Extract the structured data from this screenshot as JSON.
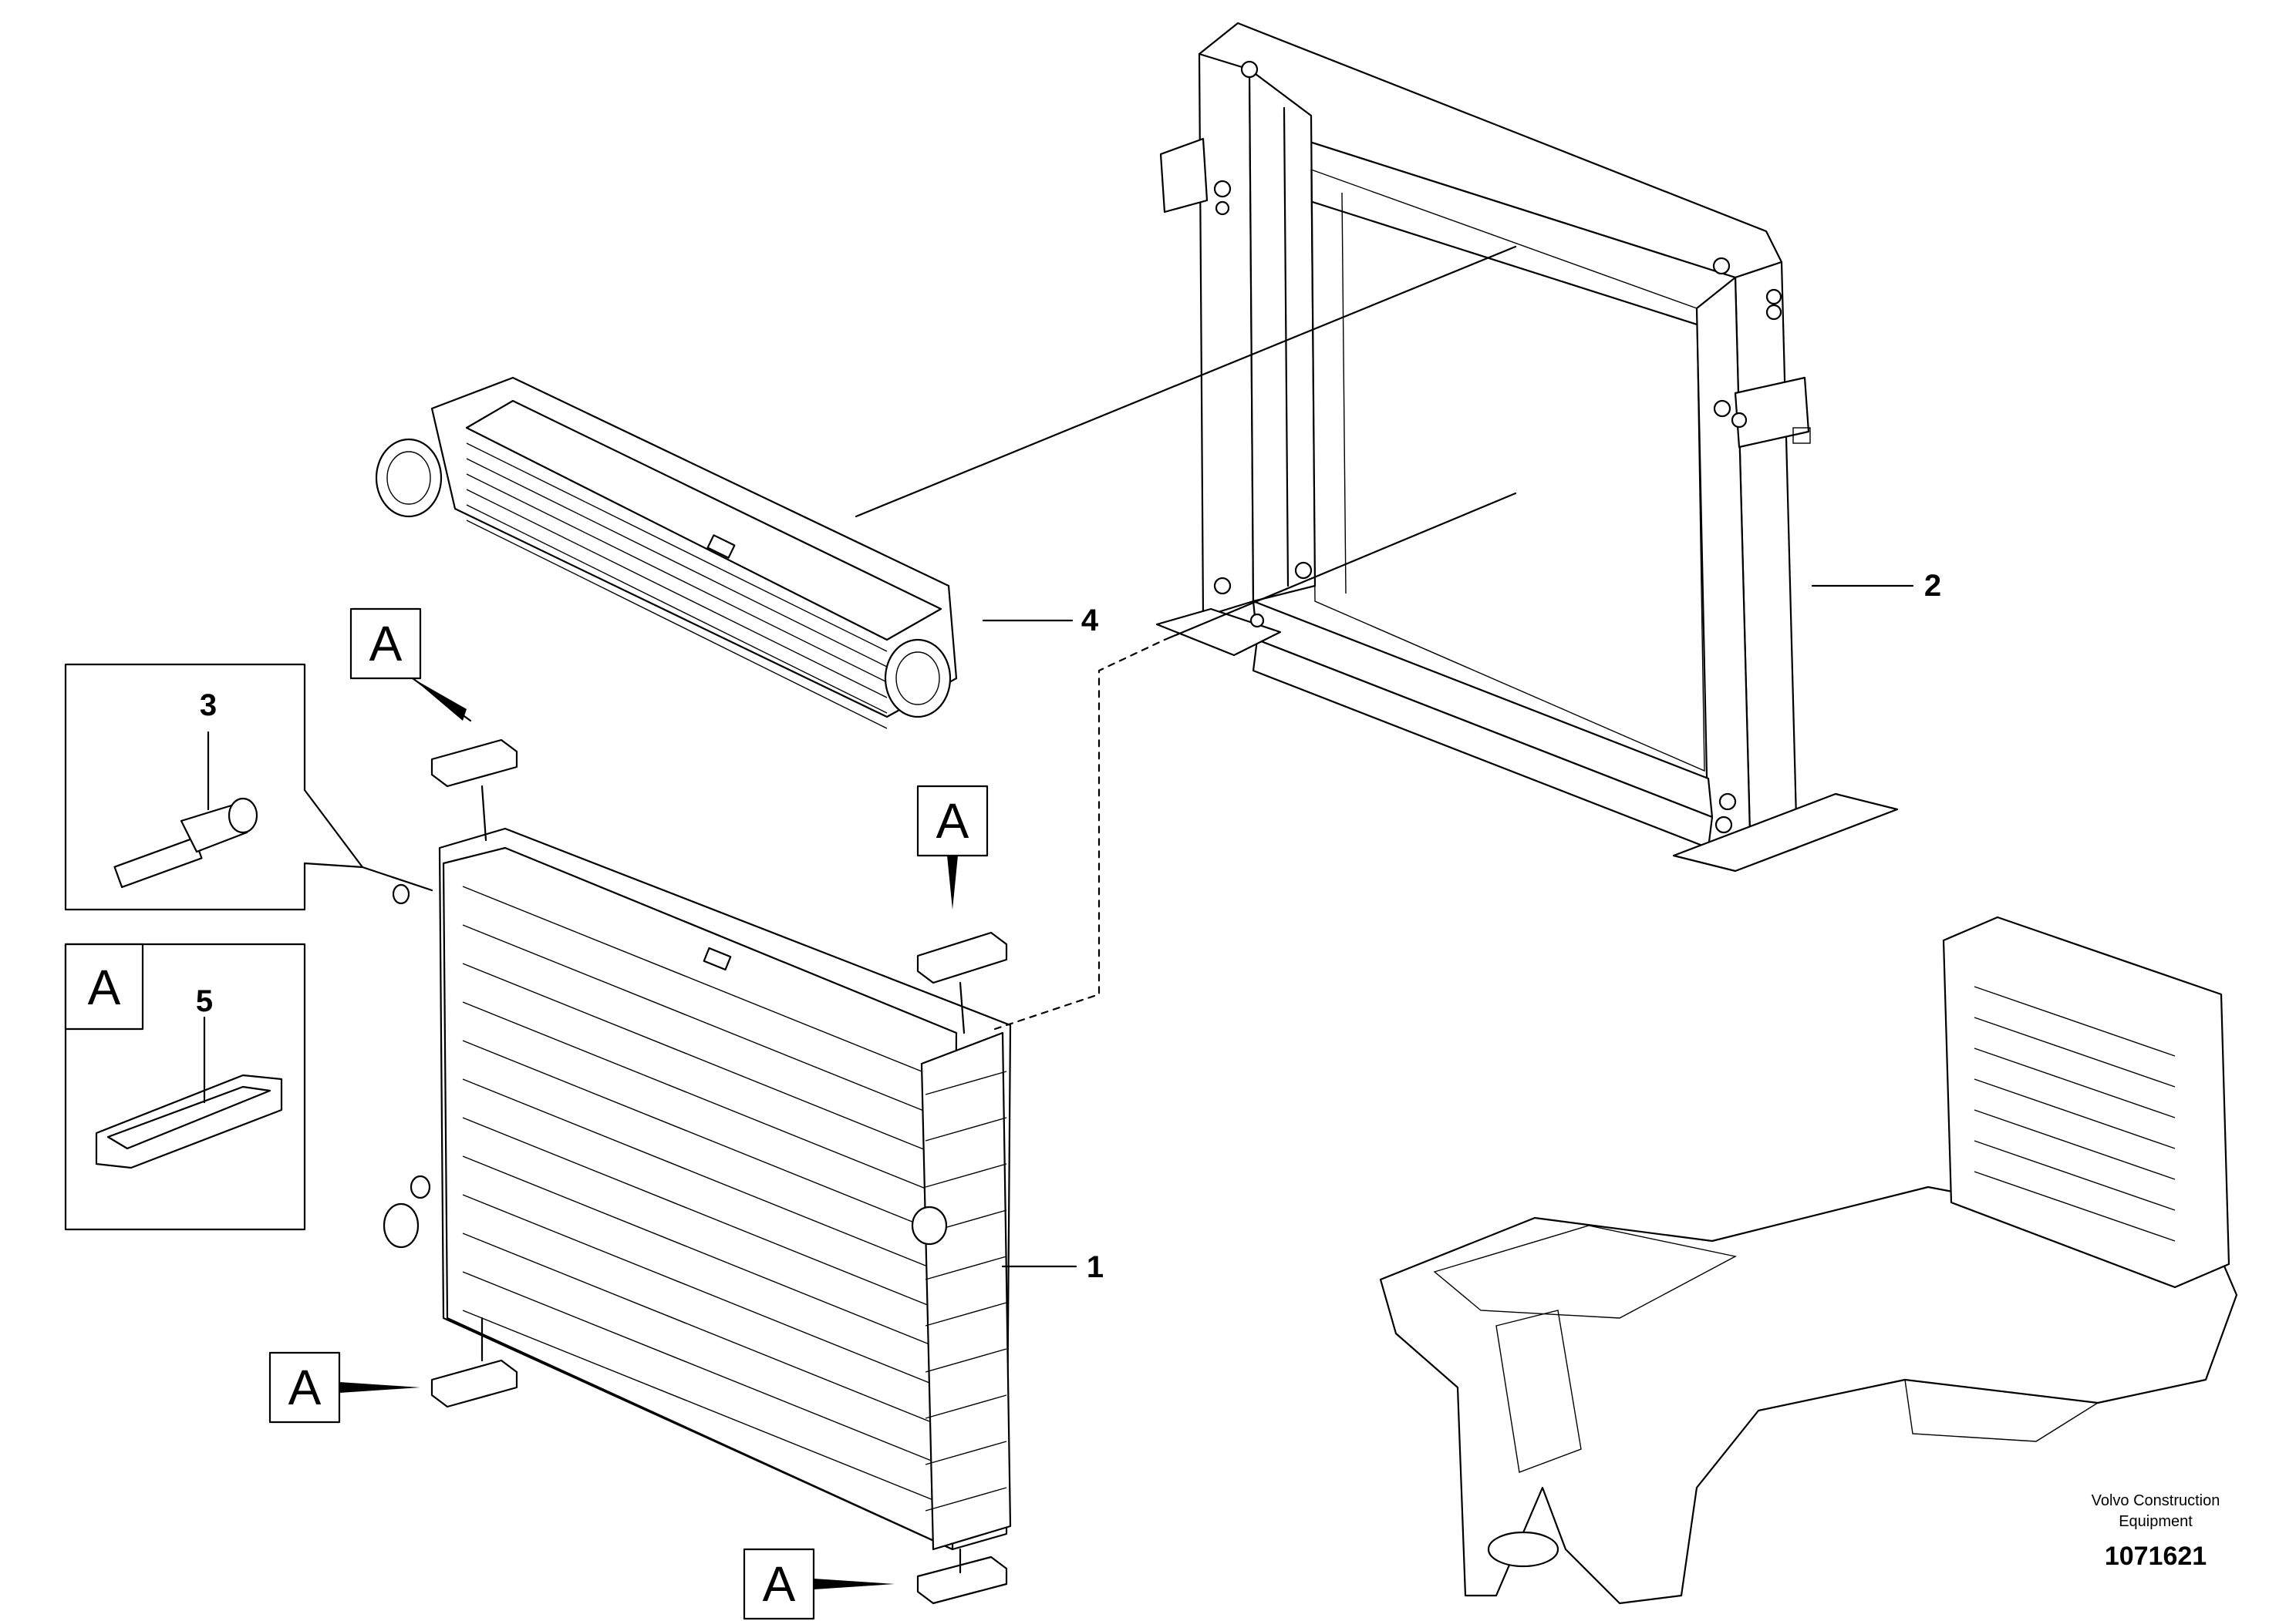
{
  "callouts": {
    "p1": "1",
    "p2": "2",
    "p3": "3",
    "p4": "4",
    "p5": "5"
  },
  "view_marker": "A",
  "footer": {
    "brand_line1": "Volvo Construction",
    "brand_line2": "Equipment",
    "doc_number": "1071621"
  }
}
